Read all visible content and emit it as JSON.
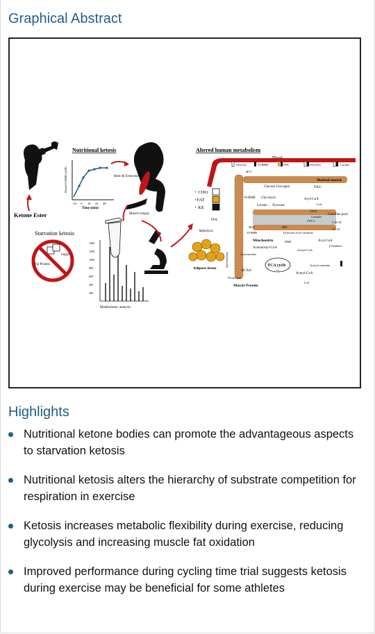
{
  "graphical_abstract": {
    "heading": "Graphical Abstract",
    "nutritional_ketosis_label": "Nutritional ketosis",
    "ketone_ester_label": "Ketone Ester",
    "starvation_ketosis_label": "Starvation ketosis",
    "sugar_label": "Sugar",
    "fat_protein_label": "Fat Protein",
    "rest_exercise_label": "Rest & Exercise",
    "muscle_biopsy_label": "Muscle biopsy",
    "metabolomic_label": "Metabolomic  analysis",
    "time_axis_label": "Time (min)",
    "time_ticks": [
      "-10",
      "-5",
      "10",
      "25",
      "40"
    ],
    "blood_axis_label": "Blood D-BHB (mM)",
    "chromatogram_ticks": [
      "1400",
      "1200",
      "1000",
      "800",
      "600",
      "400",
      "200"
    ],
    "treatments": [
      "+ CHO",
      "+FAT",
      "+ KE"
    ],
    "altered_metabolism_label": "Altered human metabolism",
    "blood_label": "Blood",
    "blood_row": [
      "Glucose",
      "D-BHB",
      "FFA",
      "Glycerol",
      "Lactate"
    ],
    "skeletal_muscle_label": "Skeletal muscle",
    "tag_label": "TAG",
    "glucose_glycogen_label": "Glucose  Glycogen",
    "glycolysis_label": "Glycolysis",
    "lactate_pyruvate_label": "Lactate ← Pyruvate",
    "dbhb_label": "D-BHB",
    "acyl_coa_label": "Acyl-CoA",
    "coa_label": "CoA",
    "cpt1_label": "CPT1",
    "carnitine_label": "Carnitine",
    "carnitine_pool_label": "Carnitine pool",
    "cpt2_label": "CPT 2",
    "c18_label": "C18-18",
    "c4_label": "C4-10",
    "ffa_label": "FFA",
    "adipolysis_label": "Adipolysis",
    "sarcolemma_label": "Sarcolemma",
    "mct_label": "MCT",
    "mpc_label": "MPC",
    "mitochondria_label": "Mitochondria",
    "pdh_label": "PDH",
    "acetoacetyl_label": "Acetoacetyl-CoA",
    "acetoacetate_label": "Acetoacetate",
    "beta_ox_label": "β-Oxidation",
    "pyruvate_acylcarnitine": "Pyruvate  Acyl-carnitine",
    "acyl_coa2_label": "Acyl-CoA",
    "tca_label": "TCA cycle",
    "co2_label": "CO₂",
    "acetyl_carnitine_label": "Acetyl-carnitine",
    "acetyl_coa_label": "Acetyl-CoA",
    "bcaa_label": "BCAA",
    "proteolysis_label": "Proteolysis",
    "muscle_protein_label": "Muscle Protein",
    "adipose_tissue_label": "Adipose tissue",
    "acetyl_coa3_label": "Acetyl-CoA",
    "coa2_label": "CoA",
    "colors": {
      "heading": "#1d5f86",
      "blood": "#c0161a",
      "muscle": "#c98b4f",
      "fat": "#e6a216"
    }
  },
  "highlights": {
    "heading": "Highlights",
    "items": [
      "Nutritional ketone bodies can promote the advantageous aspects to starvation ketosis",
      "Nutritional ketosis alters the hierarchy of substrate competition for respiration in exercise",
      "Ketosis increases metabolic flexibility during exercise, reducing glycolysis and increasing muscle fat oxidation",
      "Improved performance during cycling time trial suggests ketosis during exercise may be beneficial for some athletes"
    ]
  }
}
